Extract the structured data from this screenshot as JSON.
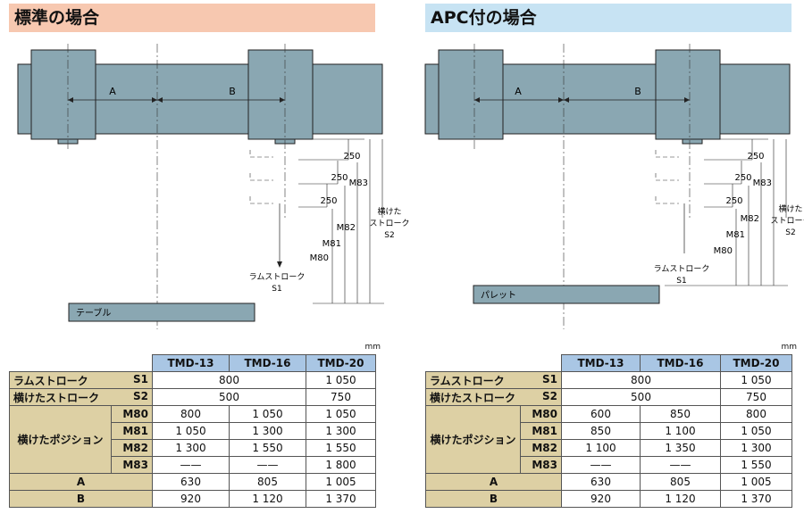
{
  "unit": "mm",
  "panels": [
    {
      "title": "標準の場合",
      "dims": {
        "a": "A",
        "b": "B",
        "d1": "250",
        "d2": "250",
        "d3": "250",
        "m80": "M80",
        "m81": "M81",
        "m82": "M82",
        "m83": "M83",
        "ram1": "ラムストローク",
        "ram2": "S1",
        "cross1": "横けた",
        "cross2": "ストローク",
        "cross3": "S2",
        "base": "テーブル"
      },
      "table": {
        "headers": [
          "TMD-13",
          "TMD-16",
          "TMD-20"
        ],
        "ram_label": "ラムストローク",
        "ram_code": "S1",
        "ram_merged": "800",
        "ram_20": "1 050",
        "cross_label": "横けたストローク",
        "cross_code": "S2",
        "cross_merged": "500",
        "cross_20": "750",
        "pos_label": "横けたポジション",
        "pos_rows": [
          {
            "code": "M80",
            "v": [
              "800",
              "1 050",
              "1 050"
            ]
          },
          {
            "code": "M81",
            "v": [
              "1 050",
              "1 300",
              "1 300"
            ]
          },
          {
            "code": "M82",
            "v": [
              "1 300",
              "1 550",
              "1 550"
            ]
          },
          {
            "code": "M83",
            "v": [
              "——",
              "——",
              "1 800"
            ]
          }
        ],
        "a_label": "A",
        "a_vals": [
          "630",
          "805",
          "1 005"
        ],
        "b_label": "B",
        "b_vals": [
          "920",
          "1 120",
          "1 370"
        ]
      }
    },
    {
      "title": "APC付の場合",
      "dims": {
        "a": "A",
        "b": "B",
        "d1": "250",
        "d2": "250",
        "d3": "250",
        "m80": "M80",
        "m81": "M81",
        "m82": "M82",
        "m83": "M83",
        "ram1": "ラムストローク",
        "ram2": "S1",
        "cross1": "横けた",
        "cross2": "ストローク",
        "cross3": "S2",
        "base": "パレット"
      },
      "table": {
        "headers": [
          "TMD-13",
          "TMD-16",
          "TMD-20"
        ],
        "ram_label": "ラムストローク",
        "ram_code": "S1",
        "ram_merged": "800",
        "ram_20": "1 050",
        "cross_label": "横けたストローク",
        "cross_code": "S2",
        "cross_merged": "500",
        "cross_20": "750",
        "pos_label": "横けたポジション",
        "pos_rows": [
          {
            "code": "M80",
            "v": [
              "600",
              "850",
              "800"
            ]
          },
          {
            "code": "M81",
            "v": [
              "850",
              "1 100",
              "1 050"
            ]
          },
          {
            "code": "M82",
            "v": [
              "1 100",
              "1 350",
              "1 300"
            ]
          },
          {
            "code": "M83",
            "v": [
              "——",
              "——",
              "1 550"
            ]
          }
        ],
        "a_label": "A",
        "a_vals": [
          "630",
          "805",
          "1 005"
        ],
        "b_label": "B",
        "b_vals": [
          "920",
          "1 120",
          "1 370"
        ]
      }
    }
  ]
}
